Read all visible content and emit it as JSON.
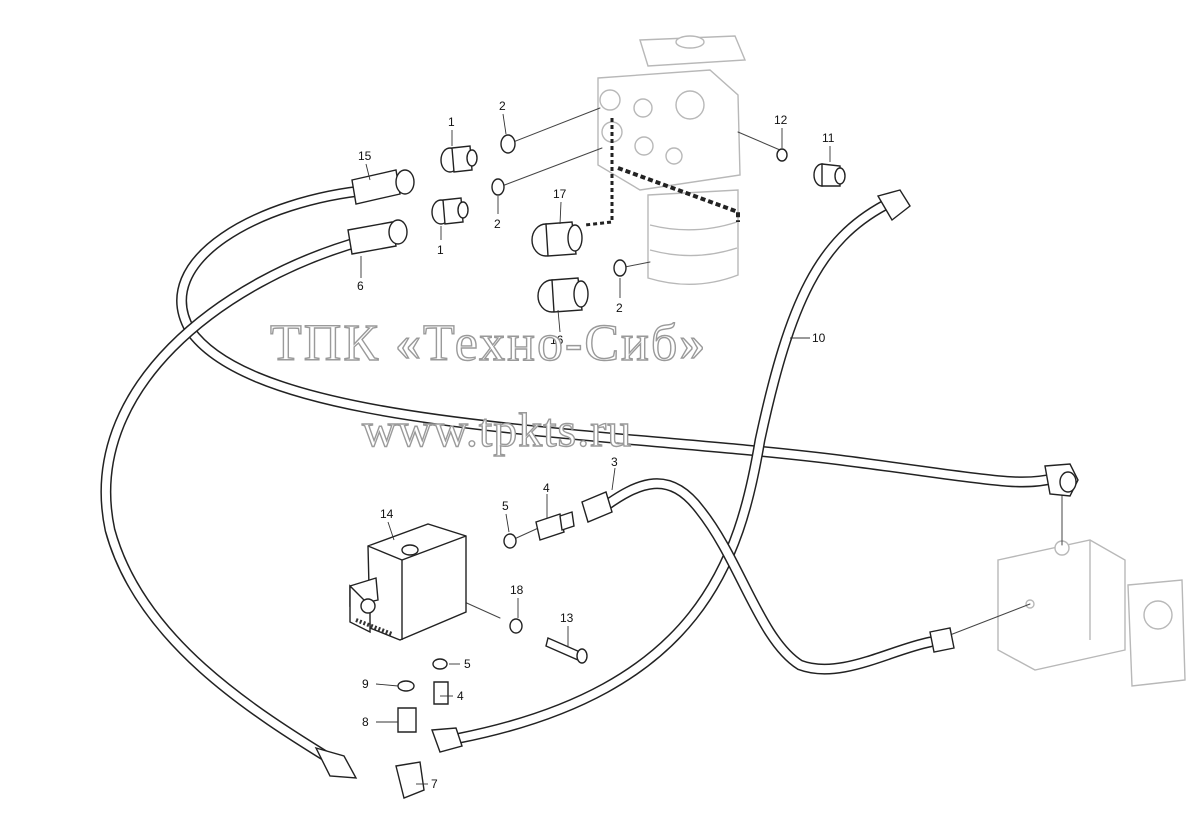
{
  "watermark": {
    "company": "ТПК «Техно-Сиб»",
    "url": "www.tpkts.ru"
  },
  "callouts": [
    {
      "id": "c1a",
      "label": "1"
    },
    {
      "id": "c1b",
      "label": "1"
    },
    {
      "id": "c2a",
      "label": "2"
    },
    {
      "id": "c2b",
      "label": "2"
    },
    {
      "id": "c2c",
      "label": "2"
    },
    {
      "id": "c3",
      "label": "3"
    },
    {
      "id": "c4a",
      "label": "4"
    },
    {
      "id": "c4b",
      "label": "4"
    },
    {
      "id": "c5a",
      "label": "5"
    },
    {
      "id": "c5b",
      "label": "5"
    },
    {
      "id": "c6",
      "label": "6"
    },
    {
      "id": "c7",
      "label": "7"
    },
    {
      "id": "c8",
      "label": "8"
    },
    {
      "id": "c9",
      "label": "9"
    },
    {
      "id": "c10",
      "label": "10"
    },
    {
      "id": "c11",
      "label": "11"
    },
    {
      "id": "c12",
      "label": "12"
    },
    {
      "id": "c13",
      "label": "13"
    },
    {
      "id": "c14",
      "label": "14"
    },
    {
      "id": "c15",
      "label": "15"
    },
    {
      "id": "c16",
      "label": "16"
    },
    {
      "id": "c17",
      "label": "17"
    },
    {
      "id": "c18",
      "label": "18"
    }
  ]
}
